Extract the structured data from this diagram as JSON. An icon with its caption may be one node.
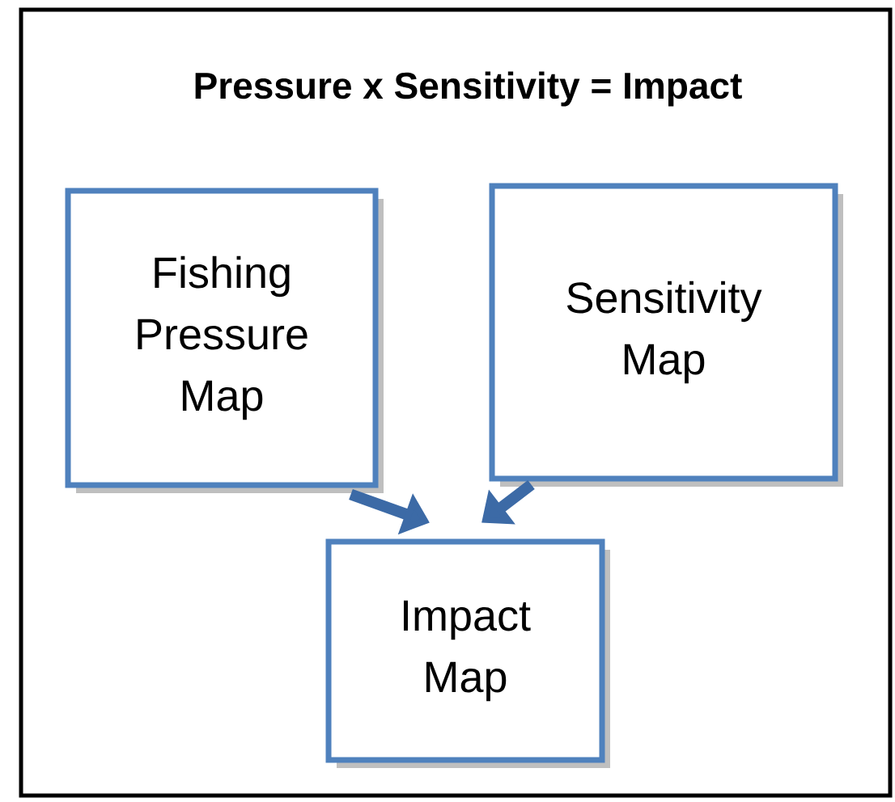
{
  "diagram": {
    "title": "Pressure x Sensitivity = Impact",
    "nodes": [
      {
        "text": [
          "Fishing Pressure Map"
        ]
      },
      {
        "text": [
          "Sensitivity Map"
        ]
      },
      {
        "text": [
          "Impact Map"
        ]
      }
    ],
    "edges": [
      {
        "from": 0,
        "to": 2,
        "arrow": "to"
      },
      {
        "from": 1,
        "to": 2,
        "arrow": "to"
      }
    ]
  }
}
